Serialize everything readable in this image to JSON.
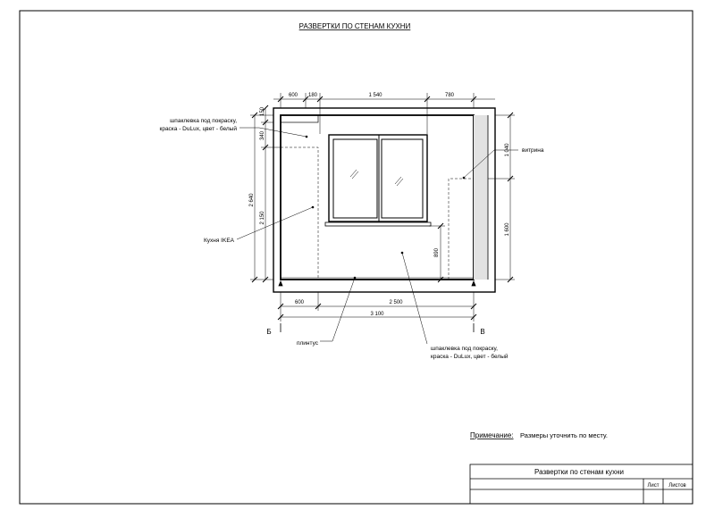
{
  "sheet": {
    "title": "РАЗВЕРТКИ ПО СТЕНАМ КУХНИ"
  },
  "dimensions": {
    "top": [
      "600",
      "180",
      "1 540",
      "780"
    ],
    "left_outer": "2 640",
    "left_inner": "2 150",
    "left_top_a": "150",
    "left_top_b": "340",
    "right_top": "1 040",
    "right_bottom": "1 600",
    "sill_height": "890",
    "bottom_a": "600",
    "bottom_b": "2 500",
    "bottom_total": "3 100"
  },
  "callouts": {
    "finish_top_line1": "шпаклевка под покраску,",
    "finish_top_line2": "краска - DuLux, цвет - белый",
    "kitchen": "Кухня IKEA",
    "showcase": "витрина",
    "baseboard": "плинтус",
    "finish_bottom_line1": "шпаклевка под покраску,",
    "finish_bottom_line2": "краска - DuLux, цвет - белый"
  },
  "view_marks": {
    "left": "Б",
    "right": "В"
  },
  "note": {
    "label": "Примечание:",
    "text": "Размеры уточнить по месту."
  },
  "stamp": {
    "title": "Развертки по стенам кухни",
    "sheet_label": "Лист",
    "sheets_label": "Листов"
  }
}
